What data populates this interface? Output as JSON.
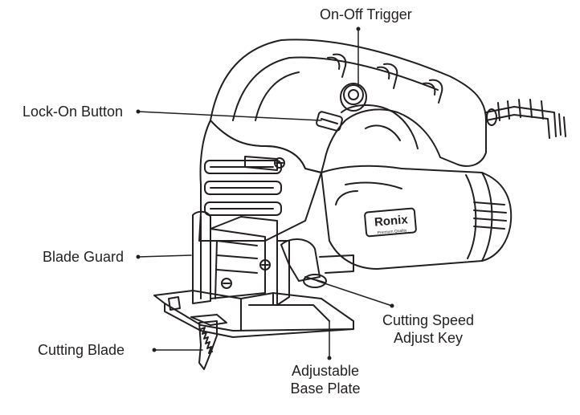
{
  "diagram": {
    "labels": {
      "on_off_trigger": "On-Off Trigger",
      "lock_on_button": "Lock-On Button",
      "blade_guard": "Blade Guard",
      "cutting_blade": "Cutting Blade",
      "cutting_speed_line1": "Cutting Speed",
      "cutting_speed_line2": "Adjust Key",
      "base_plate_line1": "Adjustable",
      "base_plate_line2": "Base Plate"
    },
    "brand": {
      "name": "Ronix",
      "tagline": "Premium Quality"
    },
    "colors": {
      "line": "#231f20",
      "background": "#ffffff"
    }
  }
}
